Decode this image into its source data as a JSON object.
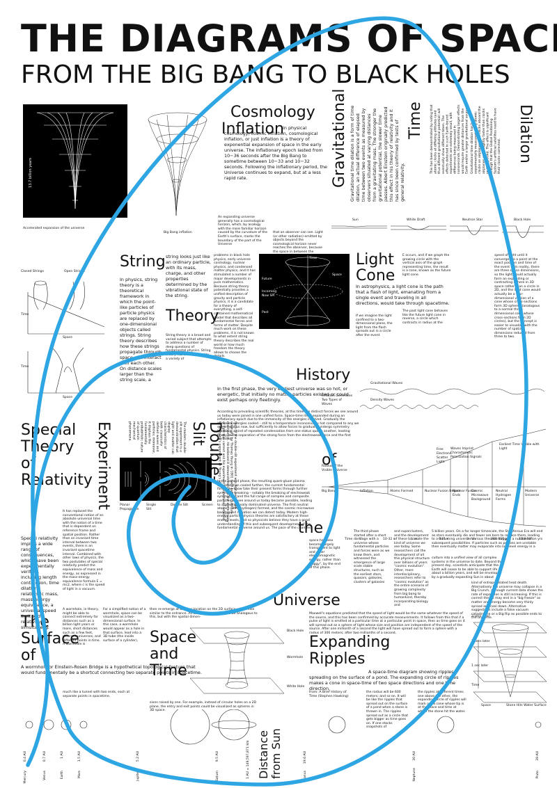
{
  "title": "THE DIAGRAMS OF SPACE",
  "subtitle": "FROM THE BIG BANG TO BLACK HOLES",
  "accent_color": "#2ea6e4",
  "cosmology": {
    "heading_1": "Cosmology",
    "heading_2": "Inflation",
    "intro": "In physical cosmology, cosmic inflation, cosmological inflation, or just inflation is a theory of exponential expansion of space in the early universe. The inflationary epoch lasted from 10−36 seconds after the Big Bang to sometime between 10−33 and 10−32 seconds. Following the inflationary period, the Universe continues to expand, but at a less rapid rate.",
    "col1": "An expanding universe generally has a cosmological horizon, which, by analogy with the more familiar horizon caused by the curvature of the Earth's surface, marks the boundary of the part of the Universe",
    "col2": "that an observer can see. Light (or other radiation) emitted by objects beyond the cosmological horizon never reaches the observer, because the space in between the observer and the object is expanding too rapidly.",
    "caption_left": "Accelerated expansion of the universe",
    "caption_right": "Big Bang inflation",
    "axis_label": "13.7 billion years"
  },
  "gravitational": {
    "heading_1": "Gravitational",
    "heading_2": "Time",
    "heading_3": "Dilation",
    "col1": "Gravitational time dilation is a form of time dilation, an actual difference of elapsed time between two events as measured by observers situated at varying distances from a gravitating mass. The stronger the gravitational potential, the slower time passes. Albert Einstein originally predicted this effect in his theory of relativity and it has since been confirmed by tests of general relativity.",
    "col2": "This has been demonstrated by noting that atomic clocks at differing altitudes (and thus different gravitational potential) will eventually show different times. The effects detected in such Earth-bound experiments are extremely small, with differences being measured in nanoseconds. Demonstrating larger effects would require greater distances from the Earth and/or a larger gravitational source.",
    "col3": "Gravitational time dilation has been experimentally measured using atomic clocks on airplanes. The clocks aboard the airplanes were slightly faster than clocks on the ground. The effect is significant enough that the Global Positioning System's artificial satellites need to have their clocks corrected.",
    "labels": [
      "Sun",
      "White Draft",
      "Neutron Star",
      "Black Hole"
    ]
  },
  "string": {
    "heading_1": "String",
    "heading_2": "Theory",
    "labels": [
      "Closed Strings",
      "Open Strings",
      "Time",
      "Space",
      "Time",
      "Space"
    ],
    "col1": "In physics, string theory is a theoretical framework in which the point-like particles of particle physics are replaced by one-dimensional objects called strings. String theory describes how these strings propagate through space and interact with each other. On distance scales larger than the string scale, a",
    "col2a": "string looks just like an ordinary particle, with its mass, charge, and other properties determined by the vibrational state of the string.",
    "col2b": "String theory is a broad and varied subject that attempts to address a number of deep questions of fundamental physics. String theory has been applied to a variety of",
    "col3": "problems in black hole physics, early universe cosmology, nuclear physics, and condensed matter physics, and it has stimulated a number of major developments in pure mathematics. Because string theory potentially provides a unified description of gravity and particle physics, it is a candidate for a theory of everything, a self-contained mathematical model that describes all fundamental forces and forms of matter. Despite much work on these problems, it is not known to what extent string theory describes the real world or how much freedom the theory allows to choose the details."
  },
  "light_cone": {
    "heading_1": "Light",
    "heading_2": "Cone",
    "intro": "In astrophysics, a light cone is the path that a flash of light, emanating from a single event and traveling in all directions, would take through spacetime.",
    "col1": "If we imagine the light confined to a two-dimensional plane, the light from the flash spreads out in a circle after the event",
    "col2a": "E occurs, and if we graph the growing circle with the vertical axis of the graph representing time, the result is a cone, known as the future light cone.",
    "col2b": "The past light cone behaves like the future light cone in reverse, a circle which contracts in radius at the",
    "col3": "speed of light until it converges to a point at the exact position and time of the event E. In reality, there are three space dimensions, so the light would actually form an expanding or contracting sphere in 3D space rather than a circle in 2D, and the light cone would actually be a four-dimensional version of a cone whose cross-sections form 3D spheres (analogous to a normal three-dimensional cone whose cross-sections form 2D circles), but the concept is easier to visualize with the number of spatial dimensions reduced from three to two.",
    "labels": [
      "Time",
      "Space",
      "Future",
      "Incoming Now SPI",
      "Past"
    ]
  },
  "history": {
    "heading_1": "History",
    "heading_2": "of",
    "heading_3": "the",
    "heading_4": "Universe",
    "intro": "In the first phase, the very earliest universe was so hot, or energetic, that initially no matter particles existed or could exist perhaps only fleetingly.",
    "col1": "According to prevailing scientific theories, at this time the distinct forces we see around us today were joined in one unified force. Space-time itself expanded during an inflationary epoch due to the immensity of the energies involved. Gradually the immense energies cooled – still to a temperature inconceivably hot compared to any we see around us now, but sufficiently to allow forces to gradually undergo symmetry breaking, a kind of repeated condensation from one status quo to another, leading finally to the separation of the strong force from the electroweak force and the first particles.",
    "col1b": "In the second phase, the resulting quark-gluon plasma universe then cooled further, the current fundamental forces we know take their present forms through further symmetry breaking – notably the breaking of electroweak symmetry – and the full range of complex and composite particles we see around us today became possible, leading to a gravitationally dominated universe. The first neutral atoms (~80% hydrogen) formed, and the cosmic microwave background radiation we can detect today. Modern high-energy particle physics theories are satisfactory at these energy levels, and so physicists believe they have a good understanding of this and subsequent development of the fundamental universe around us. The pace of the changes,",
    "col2": "space had also become largely transparent to light and other electromagnetic energy, rather than \"foggy\", by the end of this phase.",
    "col3": "The third phase started after a short dark age with a universe whose fundamental particles and forces were as we know them, and witnessed the emergence of large scale stable structures, such as the earliest stars, quasars, galaxies, clusters of galaxies",
    "col4": "and superclusters, and the development of these to create the kind of universe we see today. Some researchers call the development of all this physical structure over billions of years \"cosmic evolution\". Other, more interdisciplinary, researchers refer to \"cosmic evolution\" as the entire scenario of growing complexity from big bang to humankind, thereby incorporating biology and",
    "col5": "5 billion years. On a far longer timescale, the Stelliferous Era will end as stars eventually die and fewer are born to replace them, leading to a darkening universe. Various theories suggest a number of subsequent possibilities. If particles such as protons are unstable then eventually matter may evaporate into low level energy in a",
    "col6": "culture into a unified view of all complex systems in the universe to date. Beyond the present day, scientists anticipate that the Earth will cease to be able to support life in about a billion years, and will be enveloped by a gradually expanding Sun in about",
    "col7": "kind of entropy-related heat death. Alternatively the universe may collapse in a Big Crunch, although current data shows the rate of expansion is still increasing. If this is correct then it may end in a \"big freeze\" as matter and energy become very thinly spread and cool down. Alternative suggestions include a false vacuum catastrophe or a Big Rip as possible ends to the universe.",
    "diagram_labels": [
      "Gravitational Waves",
      "Inflation Generates Two Types of Waves",
      "Density Waves",
      "Radius of the Visible Universe",
      "Big Bang",
      "Inflation",
      "Atoms Formed",
      "Nuclear Fusion Begins",
      "Nuclear Fusion Ends",
      "Cosmic Microwave Background",
      "Neutral Hydrogen Forms",
      "Modern Universe",
      "Waves Imprint Characteristic Polarization Signals",
      "Earliest Time Visible with Light",
      "Free Electrons Scatter Light"
    ],
    "timeline": [
      "Time",
      "0",
      "10-32 s",
      "1 us",
      "0.01 s",
      "3 min",
      "380 000 yrs",
      "13.8 Billion yrs"
    ]
  },
  "special_relativity": {
    "heading_1": "Special",
    "heading_2": "Theory",
    "heading_3": "of",
    "heading_4": "Relativity",
    "col1": "It has replaced the conventional notion of an absolute universal time with the notion of a time that is dependent on reference frame and spatial position. Rather than an invariant time interval between two events, there is an invariant spacetime interval. Combined with other laws of physics, the two postulates of special relativity predict the equivalence of mass and energy, as expressed in the mass-energy equivalence formula E = mc2, where c is the speed of light in a vacuum.",
    "col2": "Special relativity implies a wide range of consequences, which have been experimentally verified, including length contraction, time dilation, relativistic mass, mass–energy equivalence, a universal speed limit and relativity of simultaneity."
  },
  "double_slit": {
    "heading_1": "Experiment",
    "heading_2": "Double-Slit",
    "labels": [
      "Planar Propagation",
      "Single Slit",
      "Double Slit",
      "Screen"
    ],
    "col1": "The modern double-slit experiment is a demonstration that light and matter can display characteristics of both classically defined waves and particles; moreover, it displays the fundamentally probabilistic nature of quantum mechanical phenomena.",
    "col2": "form of the double-slit experiment was first performed originally by Thomas Young in 1801 (well before quantum mechanics). He believed it demonstrated that the wave theory of light was correct and his experiment is sometimes referred to as Young's experiment or Young's slits."
  },
  "wormhole": {
    "heading_1": "The",
    "heading_2": "Surface",
    "heading_3": "of",
    "heading_4": "Space",
    "heading_5": "and",
    "heading_6": "Time",
    "intro": "A wormhole or Einstein-Rosen Bridge is a hypothetical topological feature that would fundamentally be a shortcut connecting two separate points in spacetime.",
    "col1": "A wormhole, in theory, might be able to connect extremely far distances such as a billion light years or more, short distances such as a few feet, different universes, and different points in time. A wormhole is",
    "col1b": "much like a tunnel with two ends, each at separate points in spacetime.",
    "col2": "For a simplified notion of a wormhole, space can be visualized as a two-dimensional surface. In this case, a wormhole would appear as a hole in that surface, lead into a 3D tube (the inside surface of a cylinder),",
    "col3": "then re-emerge at another location on the 2D surface with a hole similar to the entrance. An actual wormhole would be analogous to this, but with the spatial dimen-",
    "col3b": "sions raised by one. For example, instead of circular holes on a 2D plane, the entry and exit points could be visualized as spheres in 3D space.",
    "labels": [
      "Black Hole",
      "Wormhole",
      "White Hole"
    ]
  },
  "ripples": {
    "heading_1": "Expanding",
    "heading_2": "Ripples",
    "intro": "Maxwell's equations predicted that the speed of light would be the same whatever the speed of the source, and this has been confirmed by accurate measurements. It follows from this that if a pulse of light is emitted at a particular time at a particular point in space, then as time goes on it will spread out as a sphere of light whose size and position are independent of the speed of the source. After one millionth of a second the light will have spread out to form a sphere with a radius of 300 meters; after two millionths of a second,",
    "bold": "A space-time diagram showing ripples spreading on the surface of a pond. The expanding circle of ripples makes a cone in space-time of two space directions and one time direction.",
    "source": "From: A Brief History of Time (Stephen Hawking)",
    "col1": "the radius will be 600 meters; and so on. It will be like the ripples that spread out on the surface of a pond when a stone is thrown in. The ripples spread out as a circle that gets bigger as time goes on. If one stacks snapshots of",
    "col2": "the ripples at different times one above the other, the expanding circle of ripples will mark out a cone whose tip is at the place and time at which the stone hit the water.",
    "labels": [
      "3 secs later",
      "2 secs later",
      "1 sec later",
      "Time",
      "Space",
      "Stone Hits Water Surface"
    ]
  },
  "distance": {
    "heading": "Distance from Sun",
    "unit_note": "1 AU = 149,597,871 km",
    "planets": [
      {
        "name": "Mercury",
        "au": "0.4 AU"
      },
      {
        "name": "Venus",
        "au": "0.7 AU"
      },
      {
        "name": "Earth",
        "au": "1 AU"
      },
      {
        "name": "Mars",
        "au": "1.5 AU"
      },
      {
        "name": "Jupiter",
        "au": "5.2 AU"
      },
      {
        "name": "Saturn",
        "au": "9.5 AU"
      },
      {
        "name": "Uranus",
        "au": "19.6 AU"
      },
      {
        "name": "Neptune",
        "au": "30 AU"
      },
      {
        "name": "Pluto",
        "au": "39 AU"
      }
    ]
  }
}
